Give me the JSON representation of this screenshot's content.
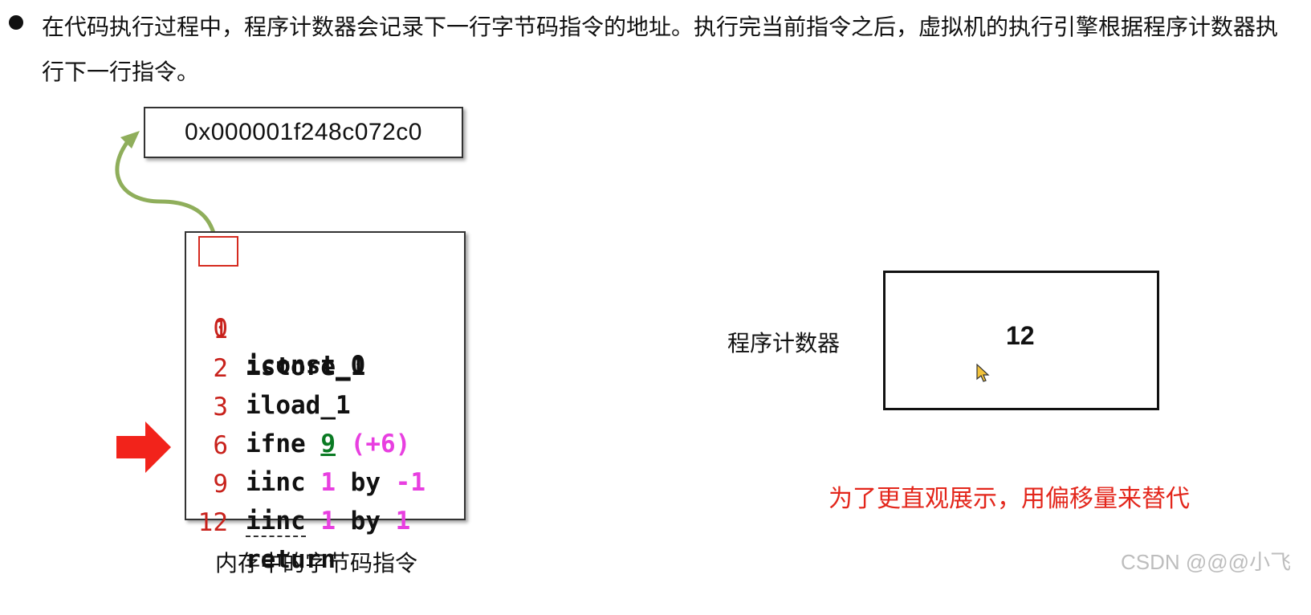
{
  "bullet": {
    "text": "在代码执行过程中，程序计数器会记录下一行字节码指令的地址。执行完当前指令之后，虚拟机的执行引擎根据程序计数器执行下一行指令。"
  },
  "address_box": {
    "value": "0x000001f248c072c0"
  },
  "code": {
    "lines": [
      {
        "num": "0",
        "instr": "iconst_0"
      },
      {
        "num": "1",
        "instr": "istore_1"
      },
      {
        "num": "2",
        "instr": "iload_1"
      },
      {
        "num": "3",
        "kw": "ifne",
        "target": "9",
        "offset": "(+6)"
      },
      {
        "num": "6",
        "kw": "iinc",
        "a": "1",
        "by": "by",
        "b": "-1"
      },
      {
        "num": "9",
        "kw": "iinc",
        "a": "1",
        "by": "by",
        "b": "1"
      },
      {
        "num": "12",
        "instr": "return"
      }
    ]
  },
  "captions": {
    "memory": "内存中的字节码指令",
    "pc_label": "程序计数器",
    "note": "为了更直观展示，用偏移量来替代"
  },
  "pc_box": {
    "value": "12"
  },
  "watermark": {
    "text": "CSDN @@@小飞"
  },
  "colors": {
    "line_numbers": "#c8211b",
    "operands": "#e83fe0",
    "jump_target": "#0a7a23",
    "pointer_arrow": "#f2231b",
    "link_arrow": "#8fae5b",
    "note": "#e3261b"
  }
}
